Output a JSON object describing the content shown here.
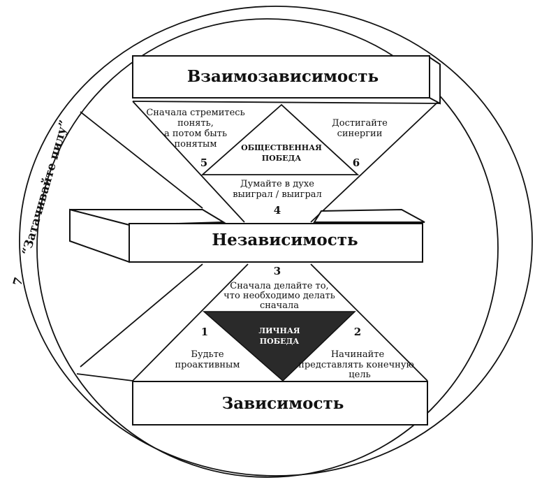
{
  "levels": {
    "interdependence": "Взаимозависимость",
    "independence": "Независимость",
    "dependence": "Зависимость"
  },
  "victories": {
    "public": [
      "ОБЩЕСТВЕННАЯ",
      "ПОБЕДА"
    ],
    "private": [
      "ЛИЧНАЯ",
      "ПОБЕДА"
    ]
  },
  "habits": [
    {
      "num": "1",
      "lines": [
        "Будьте",
        "проактивным"
      ]
    },
    {
      "num": "2",
      "lines": [
        "Начинайте",
        "представлять конечную",
        "цель"
      ]
    },
    {
      "num": "3",
      "lines": [
        "Сначала делайте то,",
        "что необходимо делать",
        "сначала"
      ]
    },
    {
      "num": "4",
      "lines": [
        "Думайте в духе",
        "выиграл / выиграл"
      ]
    },
    {
      "num": "5",
      "lines": [
        "Сначала стремитесь",
        "понять,",
        "а потом быть",
        "понятым"
      ]
    },
    {
      "num": "6",
      "lines": [
        "Достигайте",
        "синергии"
      ]
    },
    {
      "num": "7",
      "lines": [
        "“Затачивайте пилу”"
      ]
    }
  ],
  "colors": {
    "ink": "#111111",
    "private_victory_fill": "#2a2a2a"
  }
}
